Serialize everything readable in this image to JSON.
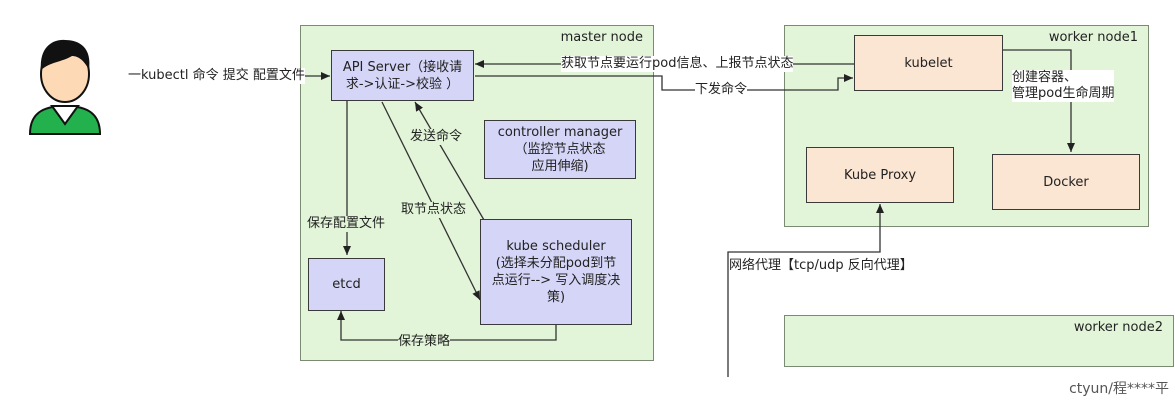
{
  "nodes": {
    "master": "master node",
    "worker1": "worker node1",
    "worker2": "worker node2"
  },
  "components": {
    "api_server": "API Server（接收请\n求->认证->校验 ）",
    "controller_manager": "controller  manager\n（监控节点状态\n应用伸缩)",
    "kube_scheduler": "kube scheduler\n(选择未分配pod到节\n点运行--> 写入调度决\n策)",
    "etcd": "etcd",
    "kubelet": "kubelet",
    "kube_proxy": "Kube Proxy",
    "docker": "Docker"
  },
  "edge_labels": {
    "kubectl": "一kubectl 命令 提交 配置文件",
    "get_node_info": "获取节点要运行pod信息、上报节点状态",
    "send_command": "下发命令",
    "send_cmd_ctrl": "发送命令",
    "get_node_state": "取节点状态",
    "save_config": "保存配置文件",
    "save_policy": "保存策略",
    "create_container": "创建容器、\n管理pod生命周期",
    "network_proxy": "网络代理【tcp/udp 反向代理】"
  },
  "user_icon": "user-avatar-icon",
  "watermark": "ctyun/程****平",
  "colors": {
    "node_fill": "#e3f5d9",
    "component_purple": "#d4d5f7",
    "component_peach": "#fbe5d3"
  }
}
